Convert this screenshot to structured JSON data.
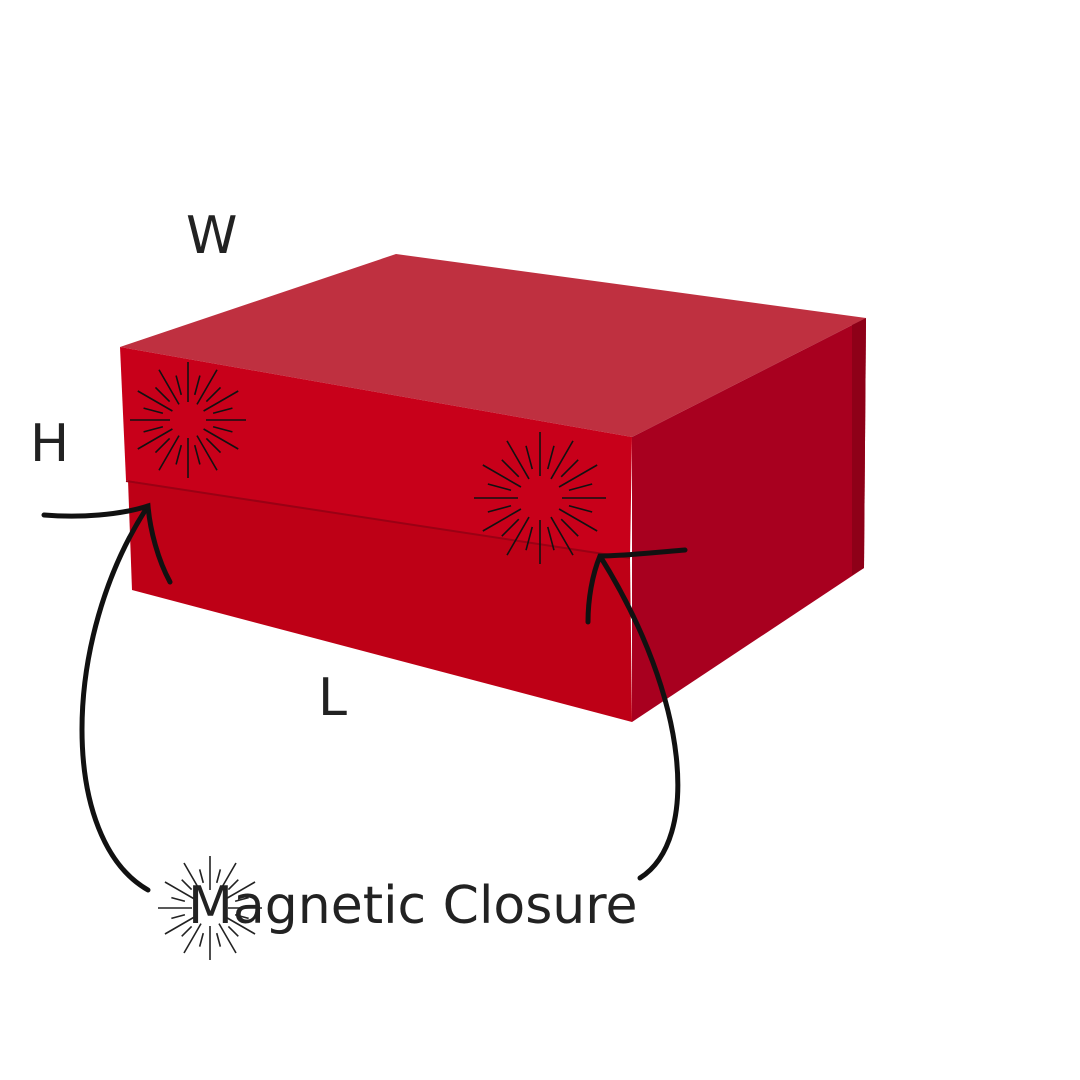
{
  "labels": {
    "width": "W",
    "height": "H",
    "length": "L"
  },
  "caption": "Magnetic Closure",
  "colors": {
    "top_face": "#bf3040",
    "lid_front": "#c8001a",
    "base_front": "#be0016",
    "side_face": "#a8001f",
    "ink": "#111111"
  },
  "icons": [
    "starburst-icon",
    "arrow-icon"
  ]
}
